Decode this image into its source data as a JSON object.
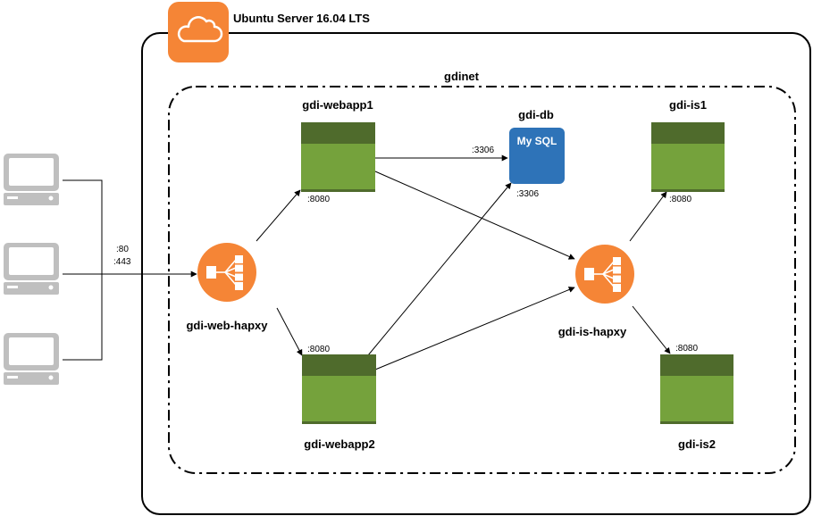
{
  "server": {
    "title": "Ubuntu Server 16.04 LTS",
    "icon": "cloud-icon",
    "accent": "#F58536"
  },
  "network": {
    "name": "gdinet"
  },
  "clients": {
    "icon": "computer-icon",
    "count": 3,
    "ports": [
      ":80",
      ":443"
    ]
  },
  "nodes": {
    "web_lb": {
      "label": "gdi-web-hapxy",
      "icon": "load-balancer-icon"
    },
    "webapp1": {
      "label": "gdi-webapp1",
      "port": ":8080"
    },
    "webapp2": {
      "label": "gdi-webapp2",
      "port": ":8080"
    },
    "db": {
      "label": "gdi-db",
      "logo": "My SQL",
      "port_in": ":3306",
      "port_out": ":3306"
    },
    "is_lb": {
      "label": "gdi-is-hapxy",
      "icon": "load-balancer-icon"
    },
    "is1": {
      "label": "gdi-is1",
      "port": ":8080"
    },
    "is2": {
      "label": "gdi-is2",
      "port": ":8080"
    }
  },
  "colors": {
    "container_top": "#4F6B2C",
    "container_body": "#75A23C",
    "lb_orange": "#F58536",
    "db_blue": "#2E73B8",
    "computer_gray": "#BFBFBF"
  }
}
